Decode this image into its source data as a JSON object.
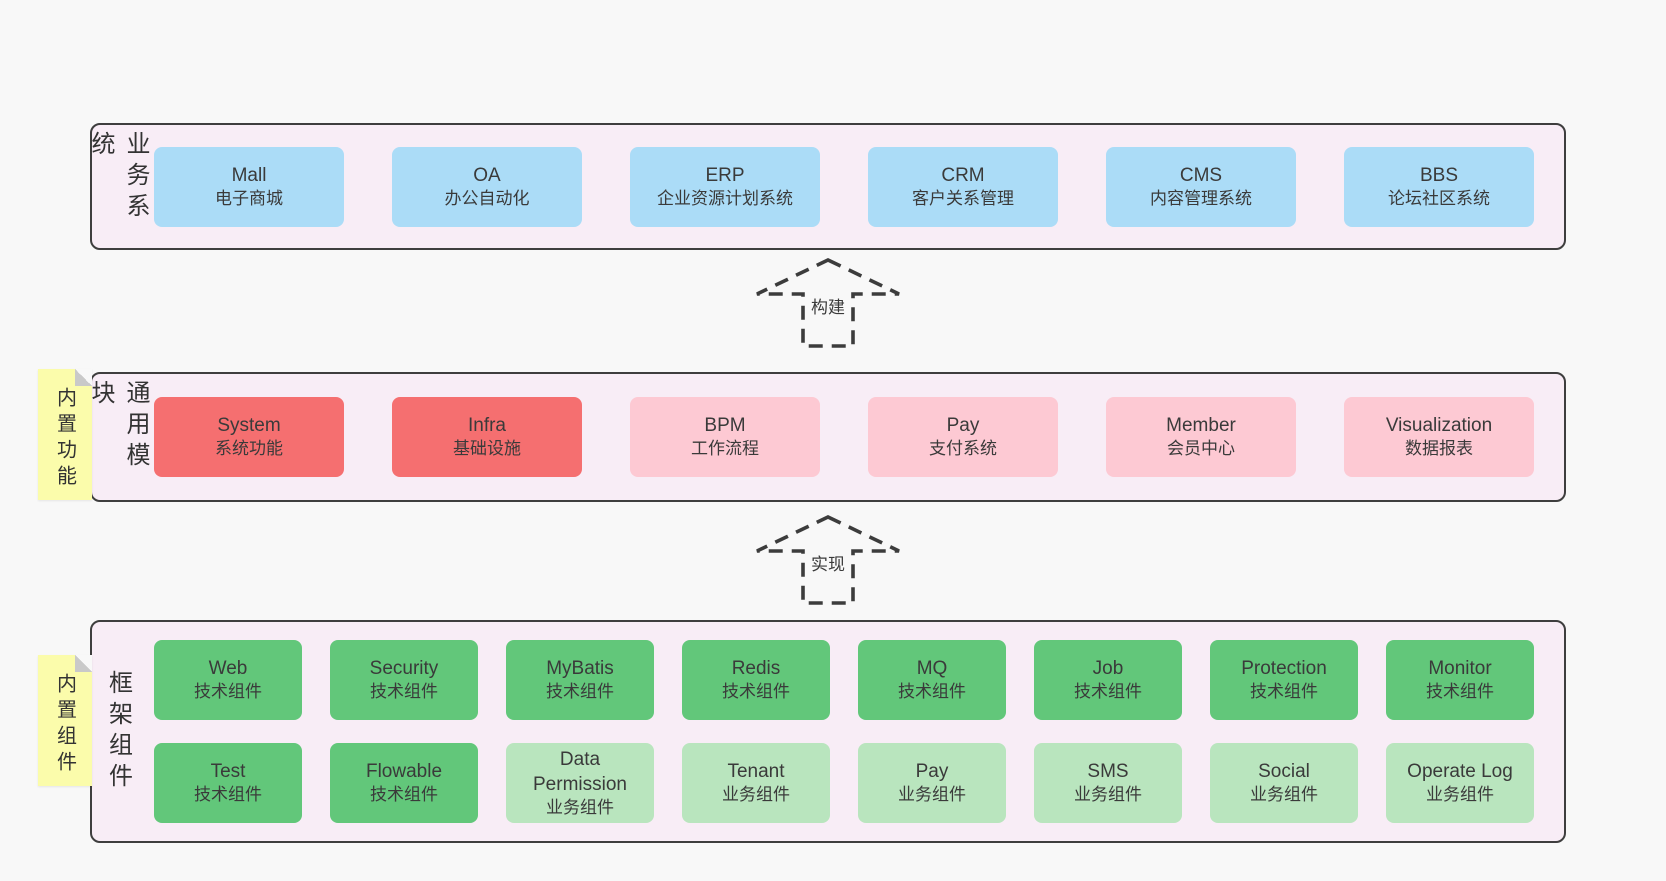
{
  "diagram_title": "",
  "colors": {
    "page_bg": "#f8f8f8",
    "container_bg": "#f8edf6",
    "container_border": "#3e3e3e",
    "blue": "#abdcf7",
    "red": "#f56f70",
    "pink": "#fdc9d3",
    "green_dark": "#62c77a",
    "green_light": "#b9e5be",
    "sticky_yellow": "#fbfcab",
    "fold_gray": "#c9c9c9",
    "text": "#3a3a3a"
  },
  "arrows": [
    {
      "id": "build",
      "label": "构建"
    },
    {
      "id": "implement",
      "label": "实现"
    }
  ],
  "notes": [
    {
      "id": "functions",
      "label": "内置功能"
    },
    {
      "id": "components",
      "label": "内置组件"
    }
  ],
  "layers": [
    {
      "id": "business",
      "label": "业务系统",
      "box_width": "wide",
      "rows": [
        [
          {
            "name": "Mall",
            "sub": "电子商城",
            "color": "blue"
          },
          {
            "name": "OA",
            "sub": "办公自动化",
            "color": "blue"
          },
          {
            "name": "ERP",
            "sub": "企业资源计划系统",
            "color": "blue"
          },
          {
            "name": "CRM",
            "sub": "客户关系管理",
            "color": "blue"
          },
          {
            "name": "CMS",
            "sub": "内容管理系统",
            "color": "blue"
          },
          {
            "name": "BBS",
            "sub": "论坛社区系统",
            "color": "blue"
          }
        ]
      ]
    },
    {
      "id": "modules",
      "label": "通用模块",
      "box_width": "wide",
      "rows": [
        [
          {
            "name": "System",
            "sub": "系统功能",
            "color": "red"
          },
          {
            "name": "Infra",
            "sub": "基础设施",
            "color": "red"
          },
          {
            "name": "BPM",
            "sub": "工作流程",
            "color": "pink"
          },
          {
            "name": "Pay",
            "sub": "支付系统",
            "color": "pink"
          },
          {
            "name": "Member",
            "sub": "会员中心",
            "color": "pink"
          },
          {
            "name": "Visualization",
            "sub": "数据报表",
            "color": "pink"
          }
        ]
      ]
    },
    {
      "id": "components",
      "label": "框架组件",
      "box_width": "narrow",
      "rows": [
        [
          {
            "name": "Web",
            "sub": "技术组件",
            "color": "green_dark"
          },
          {
            "name": "Security",
            "sub": "技术组件",
            "color": "green_dark"
          },
          {
            "name": "MyBatis",
            "sub": "技术组件",
            "color": "green_dark"
          },
          {
            "name": "Redis",
            "sub": "技术组件",
            "color": "green_dark"
          },
          {
            "name": "MQ",
            "sub": "技术组件",
            "color": "green_dark"
          },
          {
            "name": "Job",
            "sub": "技术组件",
            "color": "green_dark"
          },
          {
            "name": "Protection",
            "sub": "技术组件",
            "color": "green_dark"
          },
          {
            "name": "Monitor",
            "sub": "技术组件",
            "color": "green_dark"
          }
        ],
        [
          {
            "name": "Test",
            "sub": "技术组件",
            "color": "green_dark"
          },
          {
            "name": "Flowable",
            "sub": "技术组件",
            "color": "green_dark"
          },
          {
            "name": "Data Permission",
            "sub": "业务组件",
            "color": "green_light"
          },
          {
            "name": "Tenant",
            "sub": "业务组件",
            "color": "green_light"
          },
          {
            "name": "Pay",
            "sub": "业务组件",
            "color": "green_light"
          },
          {
            "name": "SMS",
            "sub": "业务组件",
            "color": "green_light"
          },
          {
            "name": "Social",
            "sub": "业务组件",
            "color": "green_light"
          },
          {
            "name": "Operate Log",
            "sub": "业务组件",
            "color": "green_light"
          }
        ]
      ]
    }
  ]
}
